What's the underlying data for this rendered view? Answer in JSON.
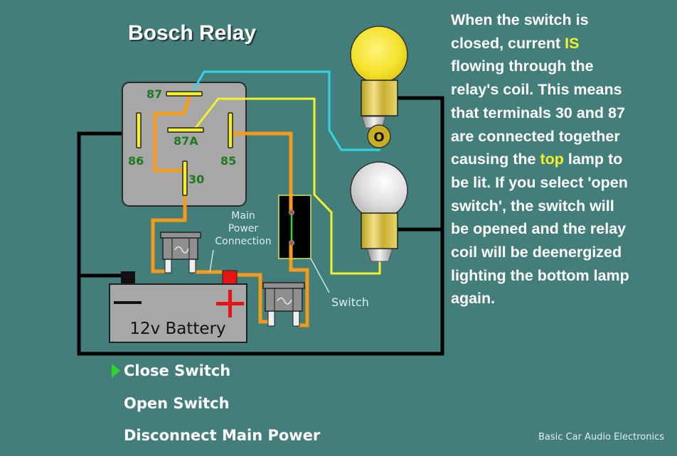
{
  "title": "Bosch Relay",
  "description": {
    "lines": [
      [
        {
          "t": "When the switch is"
        }
      ],
      [
        {
          "t": "closed, current "
        },
        {
          "t": "IS",
          "hl": true
        }
      ],
      [
        {
          "t": "flowing through the"
        }
      ],
      [
        {
          "t": "relay's coil.  This means"
        }
      ],
      [
        {
          "t": "that terminals 30 and 87"
        }
      ],
      [
        {
          "t": "are connected together"
        }
      ],
      [
        {
          "t": "causing the "
        },
        {
          "t": "top",
          "hl": true
        },
        {
          "t": " lamp to"
        }
      ],
      [
        {
          "t": "be lit. If you select 'open"
        }
      ],
      [
        {
          "t": "switch', the switch will"
        }
      ],
      [
        {
          "t": "be opened and the relay"
        }
      ],
      [
        {
          "t": "coil will be deenergized"
        }
      ],
      [
        {
          "t": "lighting the bottom lamp"
        }
      ],
      [
        {
          "t": "again."
        }
      ]
    ]
  },
  "relay": {
    "terminals": {
      "t87": "87",
      "t87a": "87A",
      "t86": "86",
      "t85": "85",
      "t30": "30"
    }
  },
  "labels": {
    "main_power_lines": [
      "Main",
      "Power",
      "Connection"
    ],
    "switch": "Switch",
    "battery": "12v Battery",
    "battery_minus": "−",
    "battery_plus": "+",
    "top_lamp_socket": "O"
  },
  "state": {
    "switch_closed": true,
    "top_lamp_lit": true,
    "bottom_lamp_lit": false,
    "selected_menu": "Close Switch"
  },
  "menu": {
    "items": [
      {
        "label": "Close Switch",
        "selected": true
      },
      {
        "label": "Open Switch",
        "selected": false
      },
      {
        "label": "Disconnect Main Power",
        "selected": false
      }
    ]
  },
  "footer": "Basic Car Audio Electronics",
  "colors": {
    "background": "#447e7b",
    "wire_black": "#000000",
    "wire_orange": "#f59a1a",
    "wire_yellow": "#f2f22a",
    "wire_cyan": "#33d6e6",
    "relay_body": "#a7a7a7",
    "terminal_green": "#1f7a1f",
    "highlight": "#f2f22a",
    "switch_contact": "#2cd82c",
    "battery_plus": "#e81414"
  }
}
